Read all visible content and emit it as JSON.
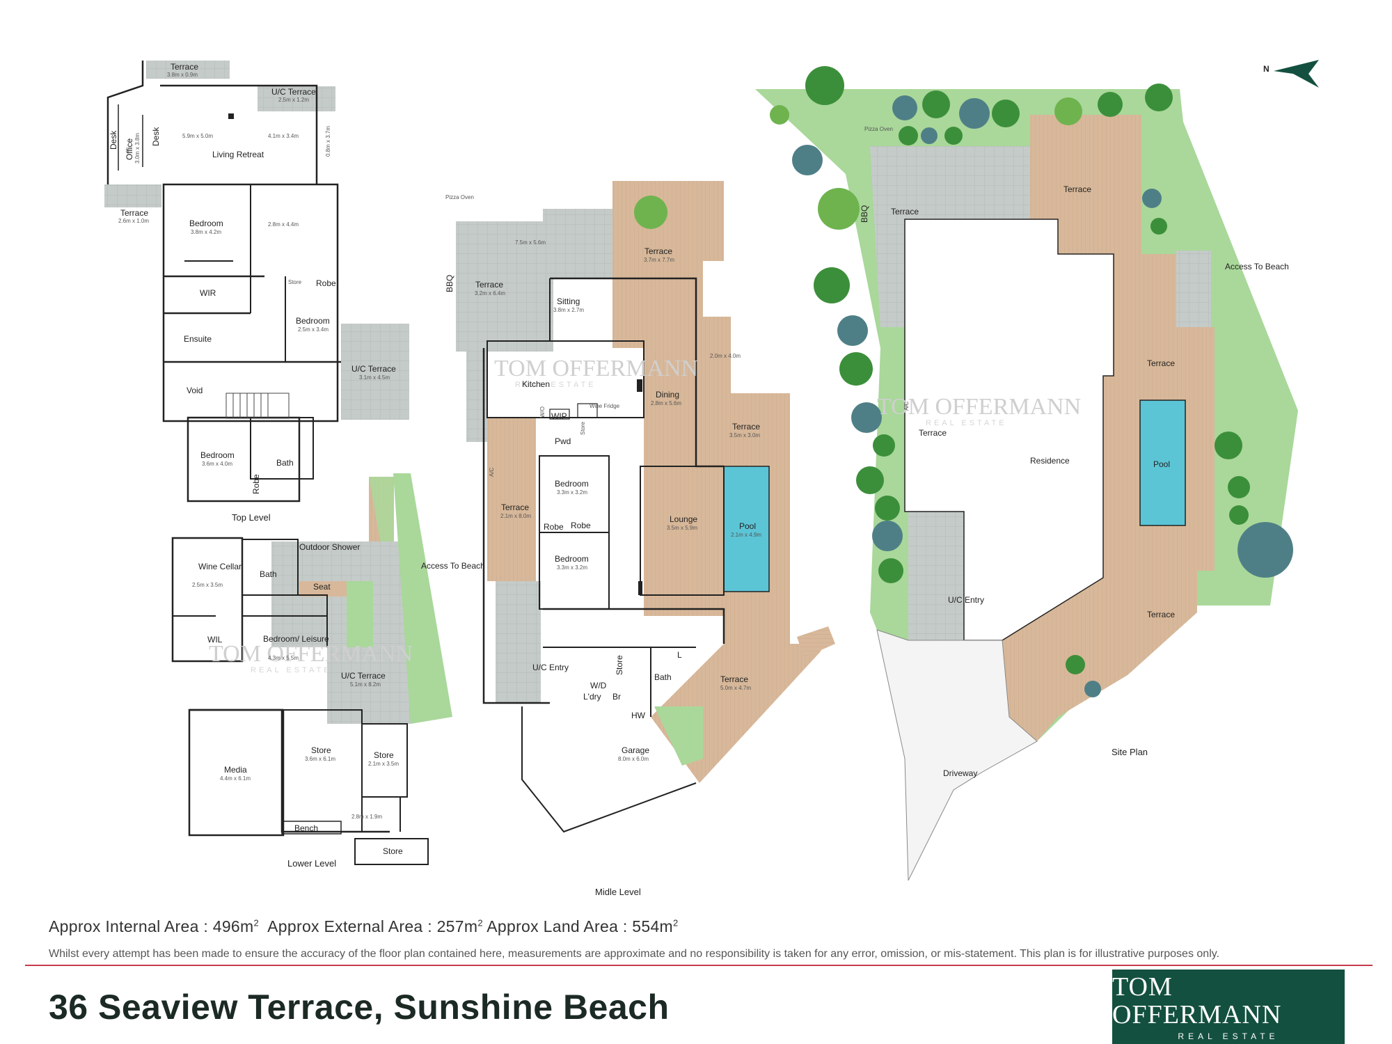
{
  "north_label": "N",
  "levels": {
    "top": "Top Level",
    "lower": "Lower Level",
    "middle": "Midle Level",
    "site": "Site Plan"
  },
  "rooms": {
    "t_terrace1": "Terrace",
    "t_terrace1_dim": "3.8m x 0.9m",
    "t_uc_terrace1": "U/C Terrace",
    "t_uc_terrace1_dim": "2.5m x 1.2m",
    "t_desk1": "Desk",
    "t_desk2": "Desk",
    "t_office": "Office",
    "t_office_dim": "3.0m x 3.8m",
    "t_living_dim1": "5.9m x 5.0m",
    "t_living_dim2": "4.1m x 3.4m",
    "t_living_dim3": "0.8m x 3.7m",
    "t_living": "Living Retreat",
    "t_terrace2": "Terrace",
    "t_terrace2_dim": "2.6m x 1.0m",
    "t_bedroom1": "Bedroom",
    "t_bedroom1_dim": "3.8m x 4.2m",
    "t_hall_dim": "2.8m x 4.4m",
    "t_wir": "WIR",
    "t_store": "Store",
    "t_robe1": "Robe",
    "t_bedroom2": "Bedroom",
    "t_bedroom2_dim": "2.5m x 3.4m",
    "t_ensuite": "Ensuite",
    "t_uc_terrace2": "U/C Terrace",
    "t_uc_terrace2_dim": "3.1m x 4.5m",
    "t_void": "Void",
    "t_bedroom3": "Bedroom",
    "t_bedroom3_dim": "3.6m x 4.0m",
    "t_bath": "Bath",
    "t_robe2": "Robe",
    "l_outdoor_shower": "Outdoor Shower",
    "l_wine_cellar": "Wine Cellar",
    "l_wine_cellar_dim": "2.5m x 3.5m",
    "l_bath": "Bath",
    "l_seat": "Seat",
    "l_access": "Access To Beach",
    "l_wil": "WIL",
    "l_bedroom_leisure": "Bedroom/ Leisure",
    "l_bedroom_leisure_dim": "4.3m x 5.5m",
    "l_uc_terrace": "U/C Terrace",
    "l_uc_terrace_dim": "5.1m x 8.2m",
    "l_media": "Media",
    "l_media_dim": "4.4m x 6.1m",
    "l_store1": "Store",
    "l_store1_dim": "3.6m x 6.1m",
    "l_store2": "Store",
    "l_store2_dim": "2.1m x 3.5m",
    "l_bench_dim": "2.8m x 1.9m",
    "l_bench": "Bench",
    "l_store3": "Store",
    "m_pizza": "Pizza Oven",
    "m_bbq": "BBQ",
    "m_terrace_w": "Terrace",
    "m_terrace_w_dim": "3.2m x 6.4m",
    "m_terrace_w_dim2": "7.5m x 5.6m",
    "m_sitting": "Sitting",
    "m_sitting_dim": "3.8m x 2.7m",
    "m_terrace_n": "Terrace",
    "m_terrace_n_dim": "3.7m x 7.7m",
    "m_kitchen": "Kitchen",
    "m_dining": "Dining",
    "m_dining_dim": "2.8m x 5.6m",
    "m_dim_mid": "2.0m x 4.0m",
    "m_wo": "W/O",
    "m_wip": "WIP",
    "m_wine_fridge": "Wine Fridge",
    "m_pwd": "Pwd",
    "m_store1": "Store",
    "m_terrace_e": "Terrace",
    "m_terrace_e_dim": "3.5m x 3.0m",
    "m_ac": "A/C",
    "m_terrace_s": "Terrace",
    "m_terrace_s_dim": "2.1m x 8.0m",
    "m_bedroom1": "Bedroom",
    "m_bedroom1_dim": "3.3m x 3.2m",
    "m_robe1": "Robe",
    "m_robe2": "Robe",
    "m_lounge": "Lounge",
    "m_lounge_dim": "3.5m x 5.9m",
    "m_pool": "Pool",
    "m_pool_dim": "2.1m x 4.9m",
    "m_bedroom2": "Bedroom",
    "m_bedroom2_dim": "3.3m x 3.2m",
    "m_uc_entry": "U/C Entry",
    "m_store2": "Store",
    "m_wd": "W/D",
    "m_ldry": "L'dry",
    "m_br": "Br",
    "m_bath": "Bath",
    "m_l": "L",
    "m_terrace_se": "Terrace",
    "m_terrace_se_dim": "5.0m x 4.7m",
    "m_hw": "HW",
    "m_garage": "Garage",
    "m_garage_dim": "8.0m x 6.0m",
    "s_pizza": "Pizza Oven",
    "s_bbq": "BBQ",
    "s_terrace1": "Terrace",
    "s_terrace2": "Terrace",
    "s_access": "Access To Beach",
    "s_terrace3": "Terrace",
    "s_ac": "A/C",
    "s_terrace4": "Terrace",
    "s_residence": "Residence",
    "s_pool": "Pool",
    "s_uc_entry": "U/C Entry",
    "s_terrace5": "Terrace",
    "s_driveway": "Driveway"
  },
  "watermark": {
    "name": "TOM OFFERMANN",
    "sub": "REAL ESTATE"
  },
  "areas": {
    "internal_label": "Approx Internal Area : 496m",
    "external_label": "Approx External Area : 257m",
    "land_label": "Approx Land Area : 554m",
    "sup": "2"
  },
  "disclaimer": "Whilst every attempt has been made to ensure the accuracy of the floor plan contained here, measurements are approximate and no responsibility is taken for any error, omission, or mis-statement. This plan is for illustrative purposes only.",
  "address": "36 Seaview Terrace, Sunshine Beach",
  "logo": {
    "name": "TOM OFFERMANN",
    "sub": "REAL ESTATE"
  },
  "colors": {
    "wall": "#222222",
    "timber": "#d8b89a",
    "paving": "#c5cbc9",
    "grass": "#a9d89a",
    "pool": "#5bc5d6",
    "brand": "#14503f",
    "rule": "#c53b4a"
  }
}
